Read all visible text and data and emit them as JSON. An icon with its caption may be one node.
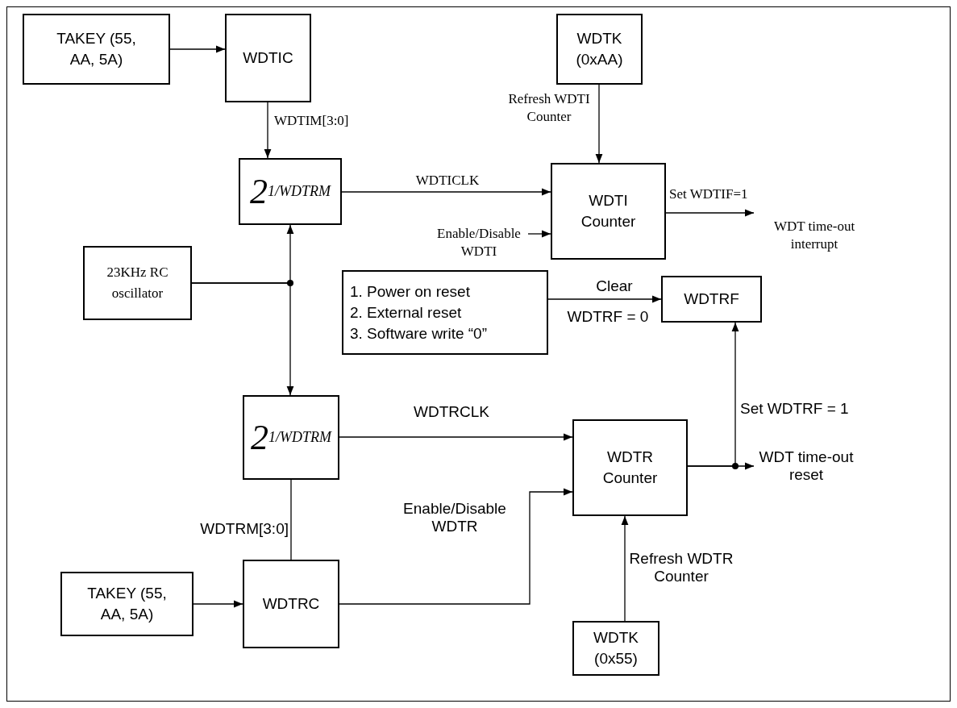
{
  "diagram": {
    "nodes": [
      {
        "text": [
          "TAKEY (55, AA, 5A)"
        ]
      },
      {
        "text": [
          "WDTIC"
        ]
      },
      {
        "text": [
          "WDTK (0xAA)"
        ]
      },
      {
        "text": [
          "2$^{1/WDTRM}$"
        ]
      },
      {
        "text": [
          "WDTI Counter"
        ]
      },
      {
        "text": [
          "WDT time-out interrupt"
        ]
      },
      {
        "text": [
          "Enable/Disable WDTI"
        ]
      },
      {
        "text": [
          "23KHz RC oscillator"
        ]
      },
      {
        "text": [
          "1. Power on reset",
          "2. External reset",
          "3. Software write “0”"
        ]
      },
      {
        "text": [
          "WDTRF"
        ]
      },
      {
        "text": [
          "2$^{1/WDTRM}$"
        ]
      },
      {
        "text": [
          "WDTR Counter"
        ]
      },
      {
        "text": [
          "WDT time-out reset"
        ]
      },
      {
        "text": [
          "TAKEY (55, AA, 5A)"
        ]
      },
      {
        "text": [
          "WDTRC"
        ]
      },
      {
        "text": [
          "WDTK (0x55)"
        ]
      }
    ],
    "edges": [
      {
        "from": 0,
        "to": 1,
        "arrow": "to"
      },
      {
        "from": 1,
        "to": 3,
        "arrow": "to",
        "label": "WDTIM[3:0]"
      },
      {
        "from": 2,
        "to": 4,
        "arrow": "to",
        "label": "Refresh WDTI Counter"
      },
      {
        "from": 3,
        "to": 4,
        "arrow": "to",
        "label": "WDTICLK"
      },
      {
        "from": 6,
        "to": 4,
        "arrow": "to"
      },
      {
        "from": 4,
        "to": 5,
        "arrow": "to",
        "label": "Set WDTIF=1"
      },
      {
        "from": 7,
        "to": 3,
        "arrow": "to"
      },
      {
        "from": 7,
        "to": 10,
        "arrow": "to"
      },
      {
        "from": 8,
        "to": 9,
        "arrow": "to"
      },
      {
        "from": 10,
        "to": 11,
        "arrow": "to",
        "label": "WDTRCLK"
      },
      {
        "from": 14,
        "to": 11,
        "arrow": "to",
        "label": "Enable/Disable WDTR"
      },
      {
        "from": 13,
        "to": 14,
        "arrow": "to"
      },
      {
        "from": 14,
        "to": 10,
        "arrow": "none",
        "label": "WDTRM[3:0]"
      },
      {
        "from": 15,
        "to": 11,
        "arrow": "to",
        "label": "Refresh WDTR Counter"
      },
      {
        "from": 11,
        "to": 12,
        "arrow": "to"
      },
      {
        "from": 11,
        "to": 9,
        "arrow": "to",
        "label": "Set WDTRF = 1"
      }
    ],
    "labels": [
      "Clear",
      "WDTRF = 0"
    ]
  }
}
